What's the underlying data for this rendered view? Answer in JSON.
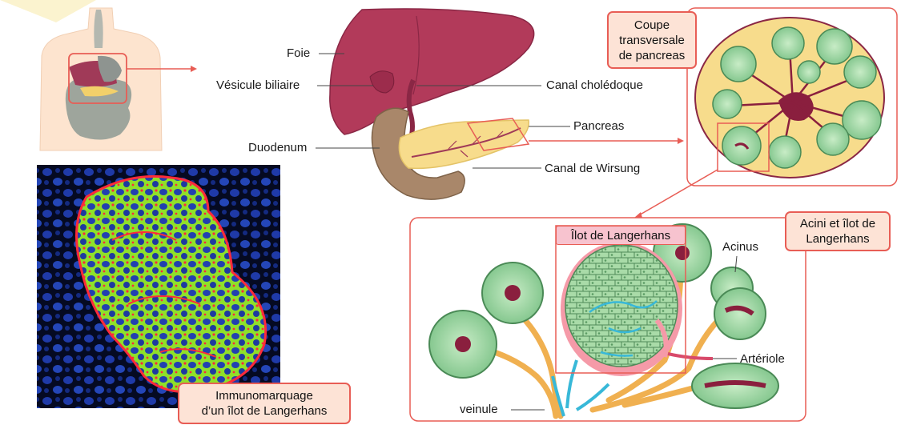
{
  "organs": {
    "foie": "Foie",
    "vesicule": "Vésicule biliaire",
    "duodenum": "Duodenum",
    "canal_choledoque": "Canal cholédoque",
    "pancreas": "Pancreas",
    "canal_wirsung": "Canal de Wirsung"
  },
  "coupe_box": {
    "line1": "Coupe",
    "line2": "transversale",
    "line3": "de pancreas"
  },
  "acini_box": {
    "line1": "Acini et îlot de",
    "line2": "Langerhans"
  },
  "ilot_label": "Îlot de Langerhans",
  "detail_labels": {
    "acinus": "Acinus",
    "arteriole": "Artériole",
    "veinule": "veinule"
  },
  "immuno_box": {
    "line1": "Immunomarquage",
    "line2": "d’un îlot de Langerhans"
  },
  "colors": {
    "accent_red": "#e85d55",
    "box_fill": "#fde3d6",
    "liver": "#b23a5a",
    "pancreas": "#f7dc8c",
    "acinus_green": "#9fd4a3",
    "vessel_orange": "#f0b050",
    "vein_blue": "#38b8d8"
  }
}
